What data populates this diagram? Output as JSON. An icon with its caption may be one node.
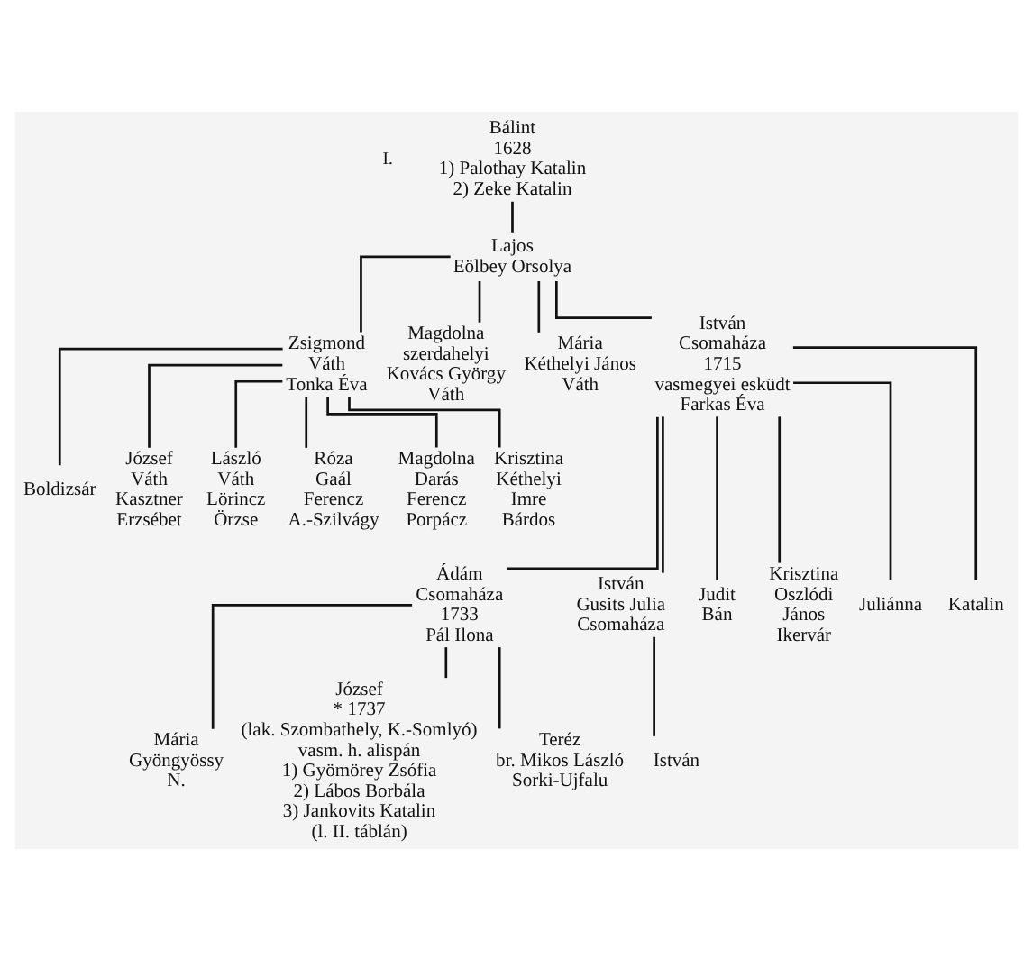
{
  "diagram": {
    "nodes": [
      {
        "text": [
          "Bálint",
          "1628",
          "1) Palothay Katalin",
          "2) Zeke Katalin"
        ]
      },
      {
        "text": [
          "Lajos",
          "Eölbey Orsolya"
        ]
      },
      {
        "text": [
          "Zsigmond",
          "Váth",
          "Tonka Éva"
        ]
      },
      {
        "text": [
          "Magdolna",
          "szerdahelyi",
          "Kovács György",
          "Váth"
        ]
      },
      {
        "text": [
          "Mária",
          "Kéthelyi János",
          "Váth"
        ]
      },
      {
        "text": [
          "István",
          "Csomaháza",
          "1715",
          "vasmegyei esküdt",
          "Farkas Éva"
        ]
      },
      {
        "text": [
          "Boldizsár"
        ]
      },
      {
        "text": [
          "József",
          "Váth",
          "Kasztner",
          "Erzsébet"
        ]
      },
      {
        "text": [
          "László",
          "Váth",
          "Lörincz",
          "Örzse"
        ]
      },
      {
        "text": [
          "Róza",
          "Gaál",
          "Ferencz",
          "A.-Szilvágy"
        ]
      },
      {
        "text": [
          "Magdolna",
          "Darás",
          "Ferencz",
          "Porpácz"
        ]
      },
      {
        "text": [
          "Krisztina",
          "Kéthelyi",
          "Imre",
          "Bárdos"
        ]
      },
      {
        "text": [
          "Ádám",
          "Csomaháza",
          "1733",
          "Pál Ilona"
        ]
      },
      {
        "text": [
          "István",
          "Gusits Julia",
          "Csomaháza"
        ]
      },
      {
        "text": [
          "István"
        ]
      },
      {
        "text": [
          "Judit",
          "Bán"
        ]
      },
      {
        "text": [
          "Krisztina",
          "Oszlódi",
          "János",
          "Ikervár"
        ]
      },
      {
        "text": [
          "Juliánna"
        ]
      },
      {
        "text": [
          "Katalin"
        ]
      },
      {
        "text": [
          "Mária",
          "Gyöngyössy",
          "N."
        ]
      },
      {
        "text": [
          "József",
          "* 1737",
          "(lak. Szombathely, K.-Somlyó)",
          "vasm. h. alispán",
          "1) Gyömörey Zsófia",
          "2) Lábos Borbála",
          "3) Jankovits Katalin",
          "(l. II. táblán)"
        ]
      },
      {
        "text": [
          "Teréz",
          "br. Mikos László",
          "Sorki-Ujfalu"
        ]
      }
    ],
    "edges": [
      {
        "from": 0,
        "to": 1,
        "arrow": "none"
      },
      {
        "from": 1,
        "to": 2,
        "arrow": "none"
      },
      {
        "from": 1,
        "to": 3,
        "arrow": "none"
      },
      {
        "from": 1,
        "to": 4,
        "arrow": "none"
      },
      {
        "from": 1,
        "to": 5,
        "arrow": "none"
      },
      {
        "from": 2,
        "to": 6,
        "arrow": "none"
      },
      {
        "from": 2,
        "to": 7,
        "arrow": "none"
      },
      {
        "from": 2,
        "to": 8,
        "arrow": "none"
      },
      {
        "from": 2,
        "to": 9,
        "arrow": "none"
      },
      {
        "from": 2,
        "to": 10,
        "arrow": "none"
      },
      {
        "from": 2,
        "to": 11,
        "arrow": "none"
      },
      {
        "from": 5,
        "to": 12,
        "arrow": "none"
      },
      {
        "from": 5,
        "to": 13,
        "arrow": "none"
      },
      {
        "from": 5,
        "to": 15,
        "arrow": "none"
      },
      {
        "from": 5,
        "to": 16,
        "arrow": "none"
      },
      {
        "from": 5,
        "to": 17,
        "arrow": "none"
      },
      {
        "from": 5,
        "to": 18,
        "arrow": "none"
      },
      {
        "from": 13,
        "to": 14,
        "arrow": "none"
      },
      {
        "from": 12,
        "to": 19,
        "arrow": "none"
      },
      {
        "from": 12,
        "to": 20,
        "arrow": "none"
      },
      {
        "from": 12,
        "to": 21,
        "arrow": "none"
      }
    ],
    "labels": [
      "I."
    ]
  }
}
